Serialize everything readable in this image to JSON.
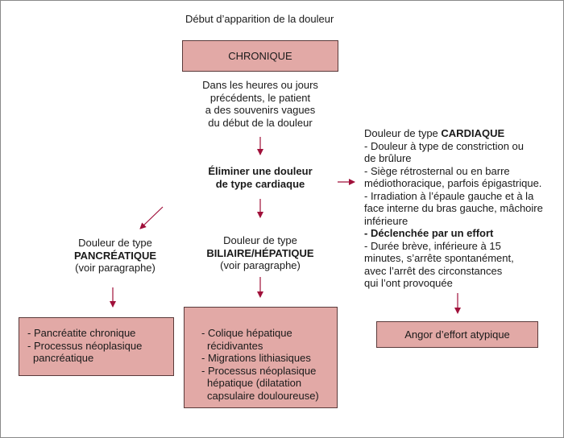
{
  "title": "Début d’apparition de la douleur",
  "chronique": "CHRONIQUE",
  "souvenirs": [
    "Dans les heures ou jours",
    "précédents, le patient",
    "a des souvenirs vagues",
    "du début de la douleur"
  ],
  "eliminer": [
    "Éliminer une douleur",
    "de type cardiaque"
  ],
  "pancreatique": {
    "line1": "Douleur de type",
    "line2": "PANCRÉATIQUE",
    "line3": "(voir paragraphe)",
    "items": [
      "- Pancréatite chronique",
      "- Processus néoplasique",
      "  pancréatique"
    ]
  },
  "biliaire": {
    "line1": "Douleur de type",
    "line2": "BILIAIRE/HÉPATIQUE",
    "line3": "(voir paragraphe)",
    "items": [
      "- Colique hépatique",
      "  récidivantes",
      "- Migrations lithiasiques",
      "- Processus néoplasique",
      "  hépatique (dilatation",
      "  capsulaire douloureuse)"
    ]
  },
  "cardiaque": {
    "title_prefix": "Douleur de type ",
    "title_bold": "CARDIAQUE",
    "lines": [
      "- Douleur à type de constriction ou",
      "de brûlure",
      "- Siège rétrosternal ou en barre",
      "médiothoracique, parfois épigastrique.",
      "- Irradiation à l’épaule gauche et à la",
      "face interne du bras gauche, mâchoire",
      "inférieure"
    ],
    "bold_line": "- Déclenchée par un effort",
    "lines2": [
      "- Durée brève, inférieure à 15",
      "minutes, s’arrête spontanément,",
      "avec l’arrêt des circonstances",
      "qui l’ont provoquée"
    ],
    "result": "Angor d’effort atypique"
  },
  "colors": {
    "box_fill": "#e2a9a6",
    "arrow": "#a0103a"
  }
}
